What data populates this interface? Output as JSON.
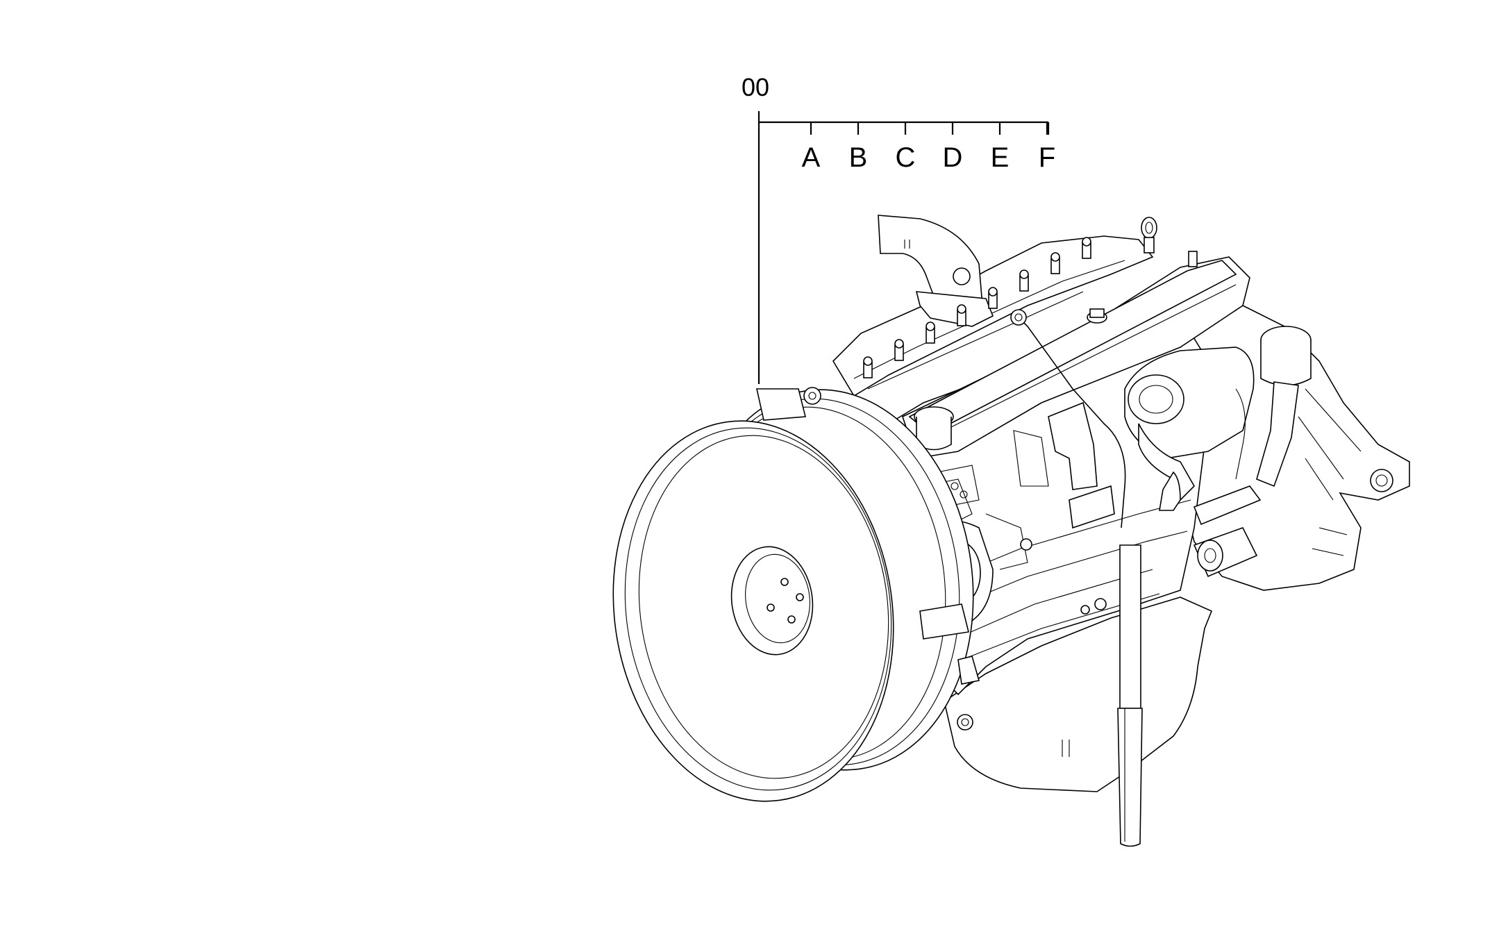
{
  "callouts": {
    "main_label": "00",
    "variants": [
      "A",
      "B",
      "C",
      "D",
      "E",
      "F"
    ]
  },
  "colors": {
    "line": "#000000",
    "background": "#ffffff"
  }
}
